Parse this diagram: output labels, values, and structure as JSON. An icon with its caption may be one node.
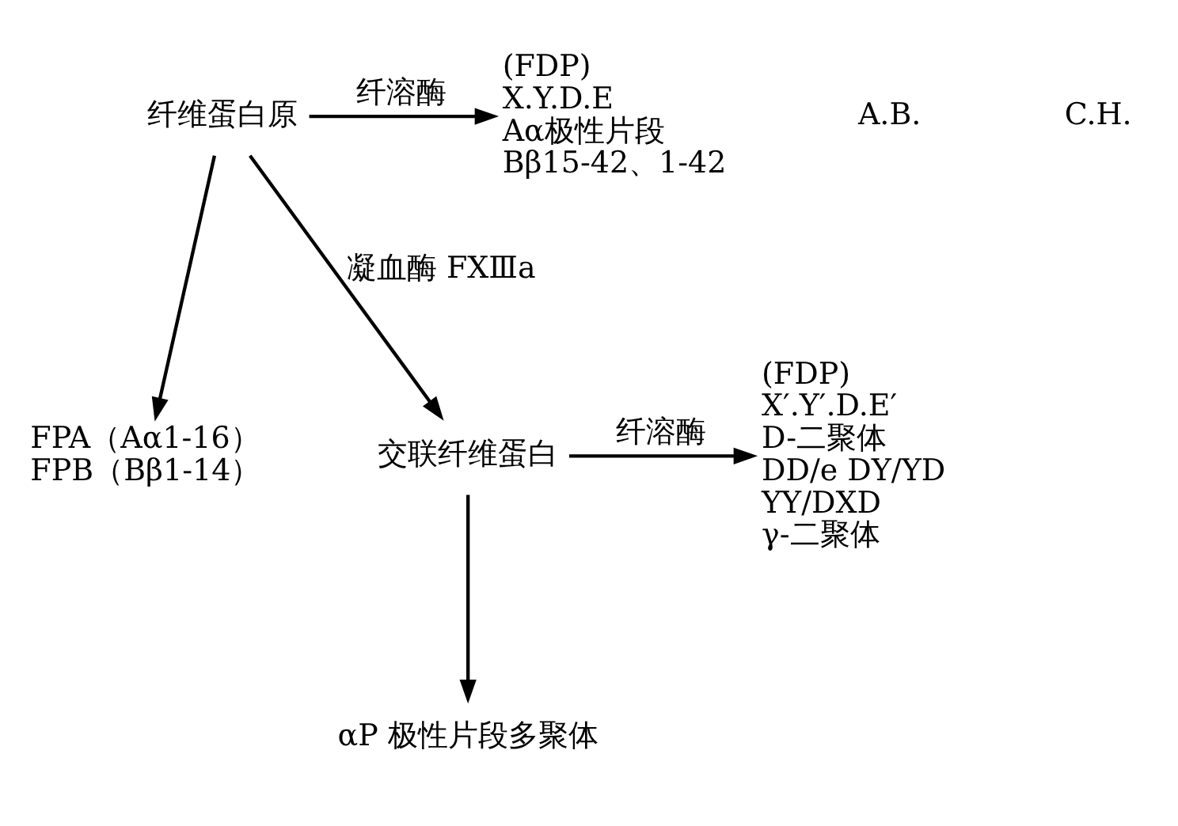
{
  "diagram": {
    "nodes": [
      {
        "text": [
          "纤维蛋白原"
        ]
      },
      {
        "text": [
          "(FDP)",
          "X.Y.D.E",
          "Aα极性片段",
          "Bβ15-42、1-42"
        ]
      },
      {
        "text": [
          "FPA（Aα1-16）",
          "FPB（Bβ1-14）"
        ]
      },
      {
        "text": [
          "交联纤维蛋白"
        ]
      },
      {
        "text": [
          "(FDP)",
          "X′.Y′.D.E′",
          "D-二聚体",
          "DD/e DY/YD",
          "YY/DXD",
          "γ-二聚体"
        ]
      },
      {
        "text": [
          "αP 极性片段多聚体"
        ]
      }
    ],
    "edges": [
      {
        "from": 0,
        "to": 1,
        "arrow": "to",
        "label": "纤溶酶"
      },
      {
        "from": 0,
        "to": 2,
        "arrow": "to"
      },
      {
        "from": 0,
        "to": 3,
        "arrow": "to",
        "label": "凝血酶 FⅩⅢa"
      },
      {
        "from": 3,
        "to": 4,
        "arrow": "to",
        "label": "纤溶酶"
      },
      {
        "from": 3,
        "to": 5,
        "arrow": "to"
      }
    ],
    "labels": [
      "A.B.",
      "C.H."
    ]
  }
}
